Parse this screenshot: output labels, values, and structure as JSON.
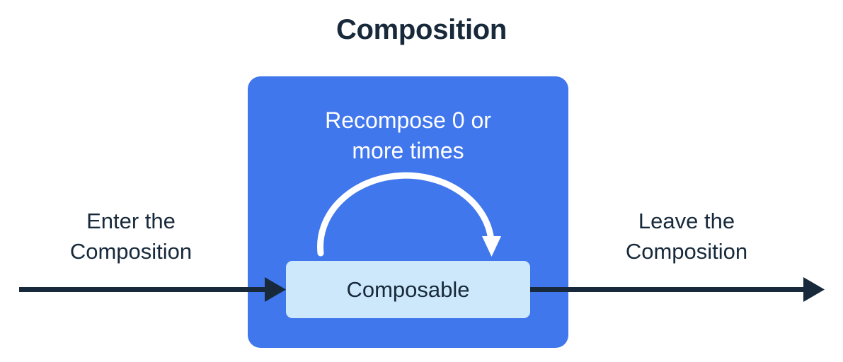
{
  "title": "Composition",
  "composition_box": {
    "caption": "Recompose 0 or\nmore times",
    "color": "#4177ed"
  },
  "composable_node": {
    "label": "Composable",
    "background_color": "#cde8fb",
    "text_color": "#17293a"
  },
  "flow_labels": {
    "enter": "Enter the\nComposition",
    "leave": "Leave the\nComposition"
  },
  "colors": {
    "background": "#ffffff",
    "title_text": "#17293a",
    "arrow": "#17293a",
    "loop_arrow": "#ffffff",
    "accent_blue": "#4177ed",
    "light_blue": "#cde8fb"
  },
  "icons": {
    "enter_arrow": "arrow-right-icon",
    "leave_arrow": "arrow-right-icon",
    "recompose_loop": "curved-loop-arrow-icon"
  }
}
